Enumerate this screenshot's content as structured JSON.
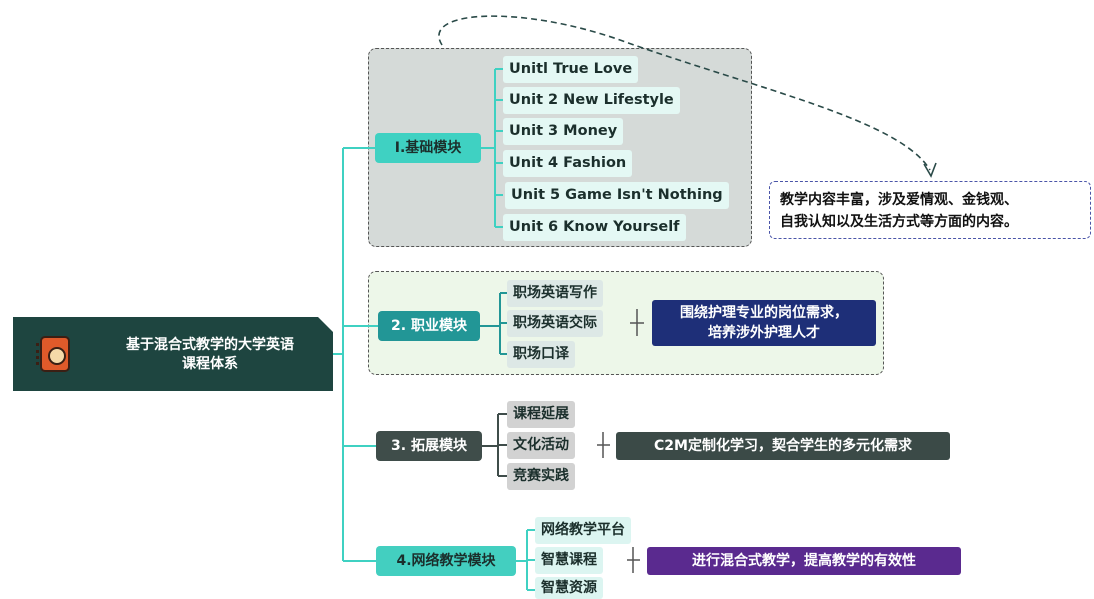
{
  "root": {
    "title_line1": "基于混合式教学的大学英语",
    "title_line2": "课程体系"
  },
  "modules": [
    {
      "label": "Ⅰ.基础模块",
      "items": [
        "Unitl True Love",
        "Unit 2 New Lifestyle",
        "Unit 3 Money",
        "Unit 4 Fashion",
        "Unit 5 Game Isn't Nothing",
        "Unit 6 Know Yourself"
      ],
      "note_line1": "教学内容丰富，涉及爱情观、金钱观、",
      "note_line2": "自我认知以及生活方式等方面的内容。"
    },
    {
      "label": "2. 职业模块",
      "items": [
        "职场英语写作",
        "职场英语交际",
        "职场口译"
      ],
      "note_line1": "围绕护理专业的岗位需求，",
      "note_line2": "培养涉外护理人才"
    },
    {
      "label": "3. 拓展模块",
      "items": [
        "课程延展",
        "文化活动",
        "竞赛实践"
      ],
      "note": "C2M定制化学习，契合学生的多元化需求"
    },
    {
      "label": "4.网络教学模块",
      "items": [
        "网络教学平台",
        "智慧课程",
        "智慧资源"
      ],
      "note": "进行混合式教学，提高教学的有效性"
    }
  ],
  "colors": {
    "root": "#1e4540",
    "module1": "#3fd1c2",
    "module2": "#229696",
    "module3": "#3f4d4a",
    "module4": "#43cfc0",
    "note2": "#1e2f78",
    "note3": "#3b4a47",
    "note4": "#5a2a8f",
    "connector": "#3fd1c2"
  },
  "icons": {
    "root": "notebook-icon"
  }
}
